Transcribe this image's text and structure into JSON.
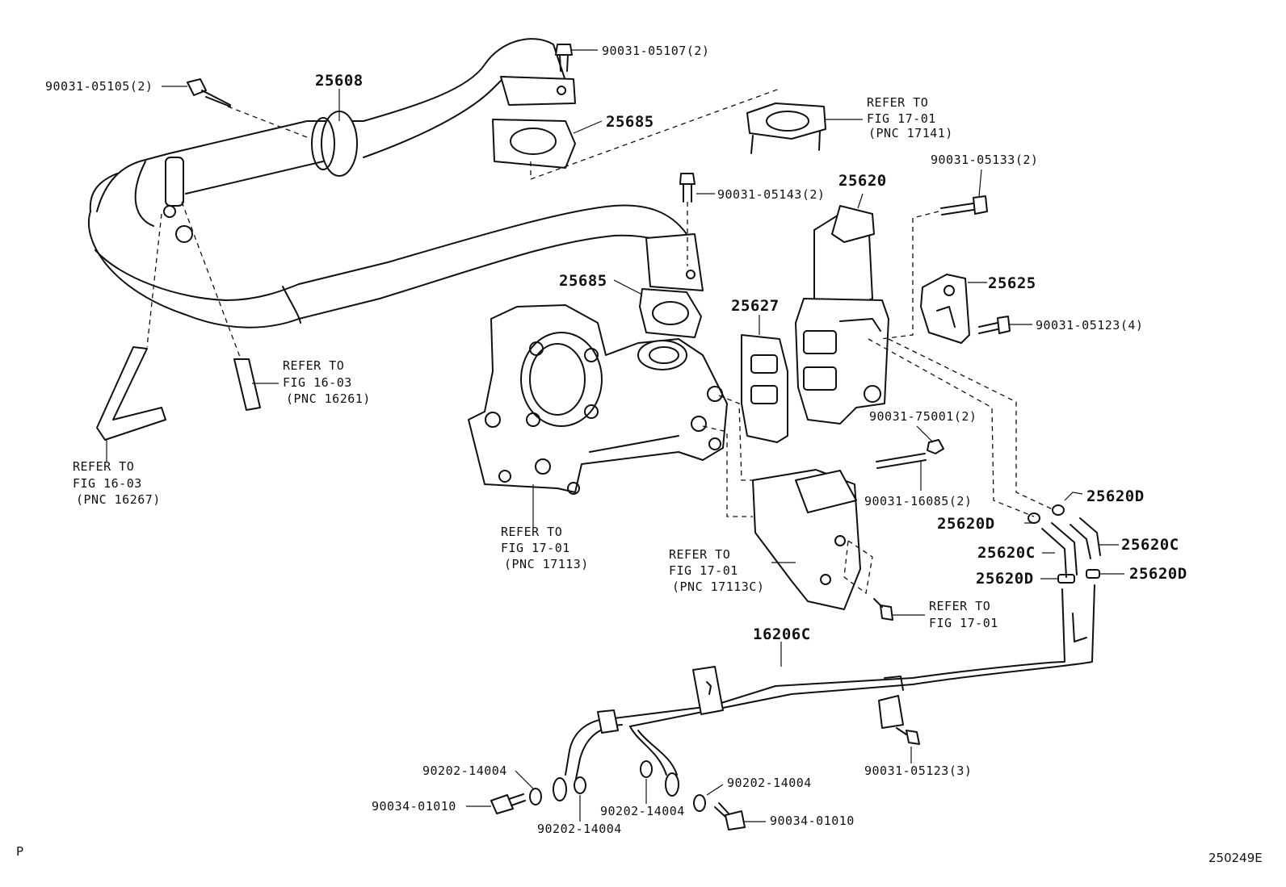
{
  "figure_code": "250249E",
  "corner_mark": "P",
  "labels": {
    "bolt_05105": "90031-05105(2)",
    "pipe_25608": "25608",
    "bolt_05107": "90031-05107(2)",
    "gasket_25685_top": "25685",
    "refer_17141_a": "REFER TO",
    "refer_17141_b": "FIG 17-01",
    "refer_17141_c": "(PNC 17141)",
    "bolt_05133": "90031-05133(2)",
    "bolt_05143": "90031-05143(2)",
    "valve_25620": "25620",
    "gasket_25685_mid": "25685",
    "gasket_25627": "25627",
    "plate_25625": "25625",
    "bolt_05123_4": "90031-05123(4)",
    "refer_16261_a": "REFER TO",
    "refer_16261_b": "FIG 16-03",
    "refer_16261_c": "(PNC 16261)",
    "refer_16267_a": "REFER TO",
    "refer_16267_b": "FIG 16-03",
    "refer_16267_c": "(PNC 16267)",
    "nut_75001": "90031-75001(2)",
    "stud_16085": "90031-16085(2)",
    "clip_25620d_1": "25620D",
    "clip_25620d_2": "25620D",
    "hose_25620c_1": "25620C",
    "hose_25620c_2": "25620C",
    "clip_25620d_3": "25620D",
    "clip_25620d_4": "25620D",
    "refer_17113_a": "REFER TO",
    "refer_17113_b": "FIG 17-01",
    "refer_17113_c": "(PNC 17113)",
    "refer_17113c_a": "REFER TO",
    "refer_17113c_b": "FIG 17-01",
    "refer_17113c_c": "(PNC 17113C)",
    "refer_1701_a": "REFER TO",
    "refer_1701_b": "FIG 17-01",
    "tube_16206c": "16206C",
    "bolt_05123_3": "90031-05123(3)",
    "gasket_14004_1": "90202-14004",
    "gasket_14004_2": "90202-14004",
    "gasket_14004_3": "90202-14004",
    "gasket_14004_4": "90202-14004",
    "union_01010_1": "90034-01010",
    "union_01010_2": "90034-01010"
  }
}
